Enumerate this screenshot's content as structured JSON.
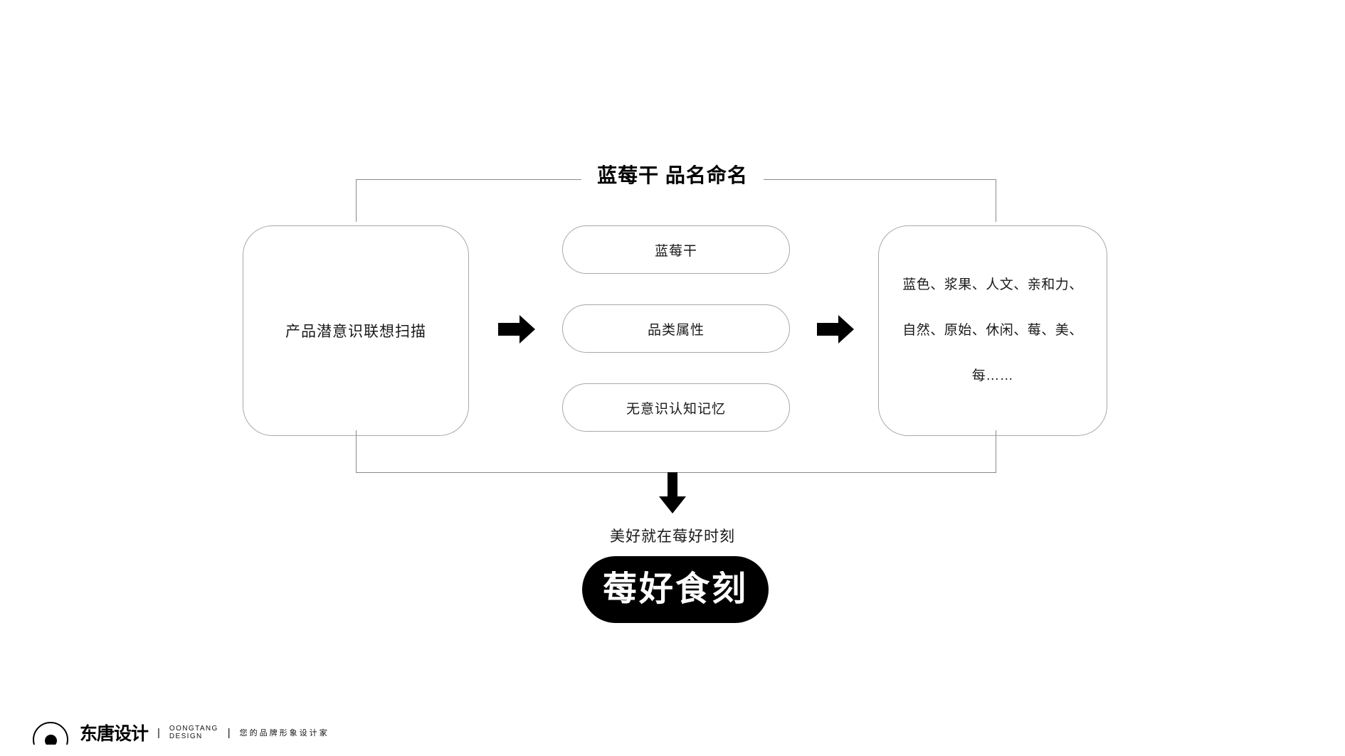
{
  "page": {
    "title": "蓝莓干 品名命名",
    "background_color": "#ffffff",
    "line_color": "#a8a8a8",
    "accent_color": "#000000"
  },
  "diagram": {
    "section_title": "蓝莓干 品名命名",
    "stage_one": {
      "label": "产品潜意识联想扫描"
    },
    "stage_two": {
      "items": [
        {
          "label": "蓝莓干"
        },
        {
          "label": "品类属性"
        },
        {
          "label": "无意识认知记忆"
        }
      ]
    },
    "stage_three": {
      "label": "蓝色、浆果、人文、亲和力、自然、原始、休闲、莓、美、每……",
      "lines": [
        "蓝色、浆果、人文、亲和力、",
        "自然、原始、休闲、莓、美、",
        "每……"
      ]
    },
    "arrows": {
      "right_arrow_1": "arrow-right-icon",
      "right_arrow_2": "arrow-right-icon",
      "down_arrow": "arrow-down-icon"
    }
  },
  "result": {
    "tagline": "美好就在莓好时刻",
    "brand_name": "莓好食刻",
    "brand_pill_color": "#000000",
    "brand_text_color": "#ffffff"
  },
  "footer": {
    "logo_icon": "circle-dot-logo-icon",
    "brand_cn": "东唐设计",
    "divider_1": "|",
    "brand_en_line1": "OONGTANG",
    "brand_en_line2": "DESIGN",
    "divider_2": "|",
    "slogan": "您的品牌形象设计家"
  }
}
